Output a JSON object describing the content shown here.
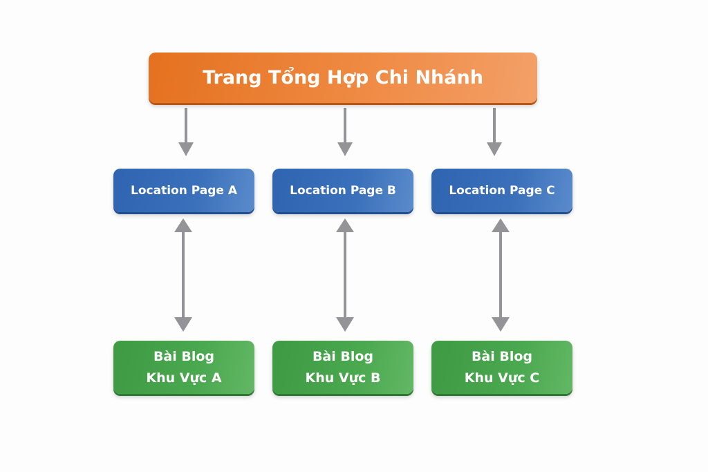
{
  "diagram": {
    "top_node": {
      "label": "Trang Tổng Hợp Chi Nhánh",
      "color": "#ea7b2e"
    },
    "location_pages": [
      {
        "label": "Location Page A",
        "color": "#3569b5"
      },
      {
        "label": "Location Page B",
        "color": "#3569b5"
      },
      {
        "label": "Location Page C",
        "color": "#3569b5"
      }
    ],
    "blogs": [
      {
        "line1": "Bài Blog",
        "line2": "Khu Vực A",
        "color": "#47a34c"
      },
      {
        "line1": "Bài Blog",
        "line2": "Khu Vực B",
        "color": "#47a34c"
      },
      {
        "line1": "Bài Blog",
        "line2": "Khu Vực C",
        "color": "#47a34c"
      }
    ],
    "edges": [
      {
        "from": "top",
        "to": "location-a",
        "type": "one-way"
      },
      {
        "from": "top",
        "to": "location-b",
        "type": "one-way"
      },
      {
        "from": "top",
        "to": "location-c",
        "type": "one-way"
      },
      {
        "from": "location-a",
        "to": "blog-a",
        "type": "two-way"
      },
      {
        "from": "location-b",
        "to": "blog-b",
        "type": "two-way"
      },
      {
        "from": "location-c",
        "to": "blog-c",
        "type": "two-way"
      }
    ],
    "arrow_color": "#939398"
  }
}
